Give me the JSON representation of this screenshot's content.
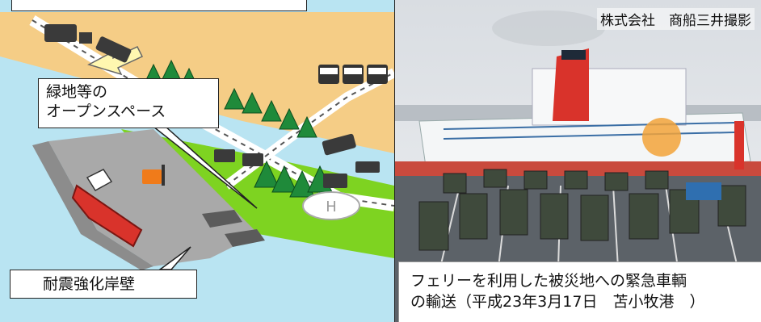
{
  "illustration": {
    "greenspace_label": "緑地等の\nオープンスペース",
    "greenspace_line1": "緑地等の",
    "greenspace_line2": "オープンスペース",
    "quay_label": "耐震強化岸壁"
  },
  "photo": {
    "credit": "株式会社　商船三井撮影",
    "caption_line1": "フェリーを利用した被災地への緊急車輌",
    "caption_line2": "の輸送（平成23年3月17日　苫小牧港　）"
  },
  "colors": {
    "sea": "#b9e4f2",
    "sand": "#f5cd86",
    "green": "#7ed321",
    "pier": "#a8a8a8",
    "ship_hull": "#d9332b"
  }
}
